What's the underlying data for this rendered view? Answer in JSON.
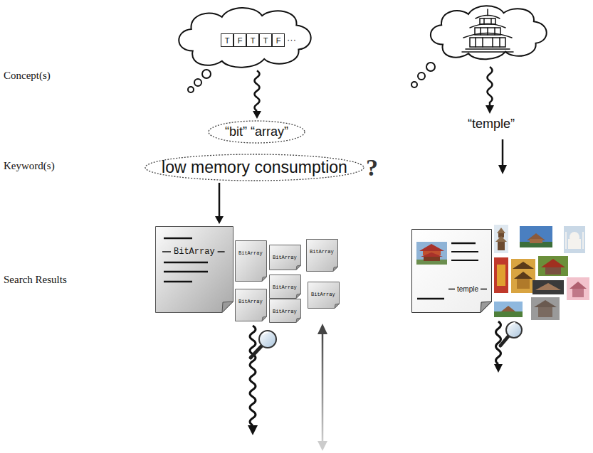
{
  "diagram": {
    "nodes": [
      {
        "text": [
          "···"
        ]
      },
      {
        "text": [
          "T"
        ],
        "in": 0
      },
      {
        "text": [
          "F"
        ],
        "in": 0
      },
      {
        "text": [
          "T"
        ],
        "in": 0
      },
      {
        "text": [
          "T"
        ],
        "in": 0
      },
      {
        "text": [
          "F"
        ],
        "in": 0
      },
      {
        "text": [
          "“bit” “array”"
        ]
      },
      {
        "text": [
          "low memory consumption"
        ]
      },
      {
        "text": [
          "BitArray"
        ]
      },
      {
        "text": [
          "BitArray"
        ]
      },
      {
        "text": [
          "BitArray"
        ]
      },
      {
        "text": [
          "BitArray"
        ]
      },
      {
        "text": [
          "BitArray"
        ]
      },
      {
        "text": [
          "BitArray"
        ]
      },
      {
        "text": [
          "BitArray"
        ]
      },
      {
        "text": [
          "BitArray"
        ]
      },
      {
        "text": [
          "temple"
        ]
      }
    ],
    "edges": [
      {
        "from": 0,
        "to": 6,
        "arrow": "to"
      },
      {
        "from": 7,
        "to": 8,
        "arrow": "to"
      }
    ],
    "labels": [
      "Concept(s)",
      "Keyword(s)",
      "Search Results",
      "?",
      "“temple”"
    ]
  }
}
